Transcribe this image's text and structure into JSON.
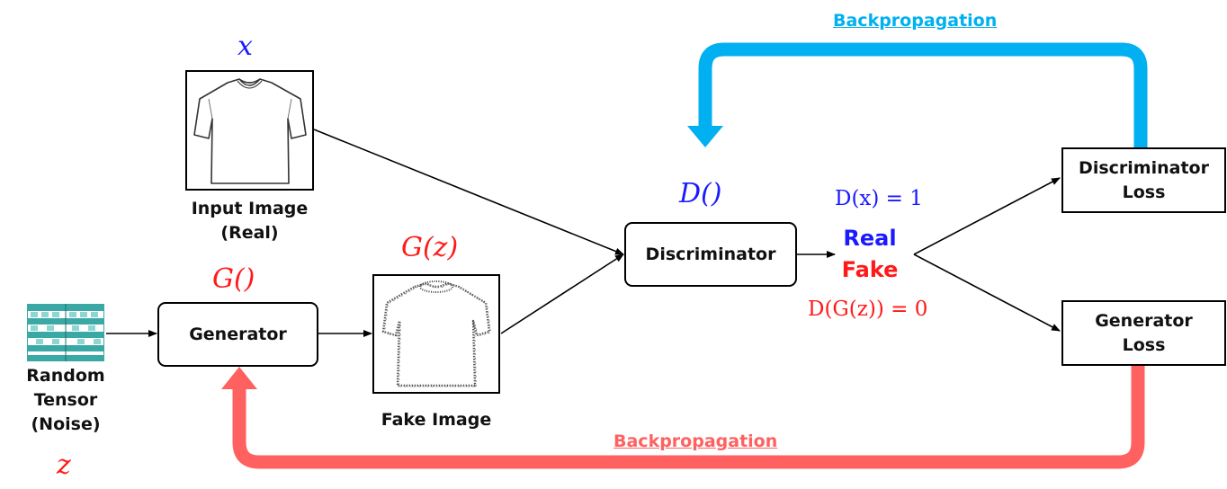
{
  "labels": {
    "x_var": "x",
    "input_image": "Input Image",
    "input_image_sub": "(Real)",
    "Gz": "G(z)",
    "G_fn": "G()",
    "D_fn": "D()",
    "generator": "Generator",
    "discriminator": "Discriminator",
    "fake_image": "Fake Image",
    "random_tensor_1": "Random",
    "random_tensor_2": "Tensor",
    "random_tensor_3": "(Noise)",
    "z_var": "z",
    "real": "Real",
    "fake": "Fake",
    "Dx_eq": "D(x) = 1",
    "DGz_eq": "D(G(z)) = 0",
    "disc_loss_1": "Discriminator",
    "disc_loss_2": "Loss",
    "gen_loss_1": "Generator",
    "gen_loss_2": "Loss",
    "backprop_top": "Backpropagation",
    "backprop_bottom": "Backpropagation"
  },
  "colors": {
    "blue_text": "#1a1aff",
    "red_text": "#ff1a1a",
    "backprop_blue": "#00b0f0",
    "backprop_red": "#ff6161",
    "noise_teal": "#3aa9a6"
  }
}
